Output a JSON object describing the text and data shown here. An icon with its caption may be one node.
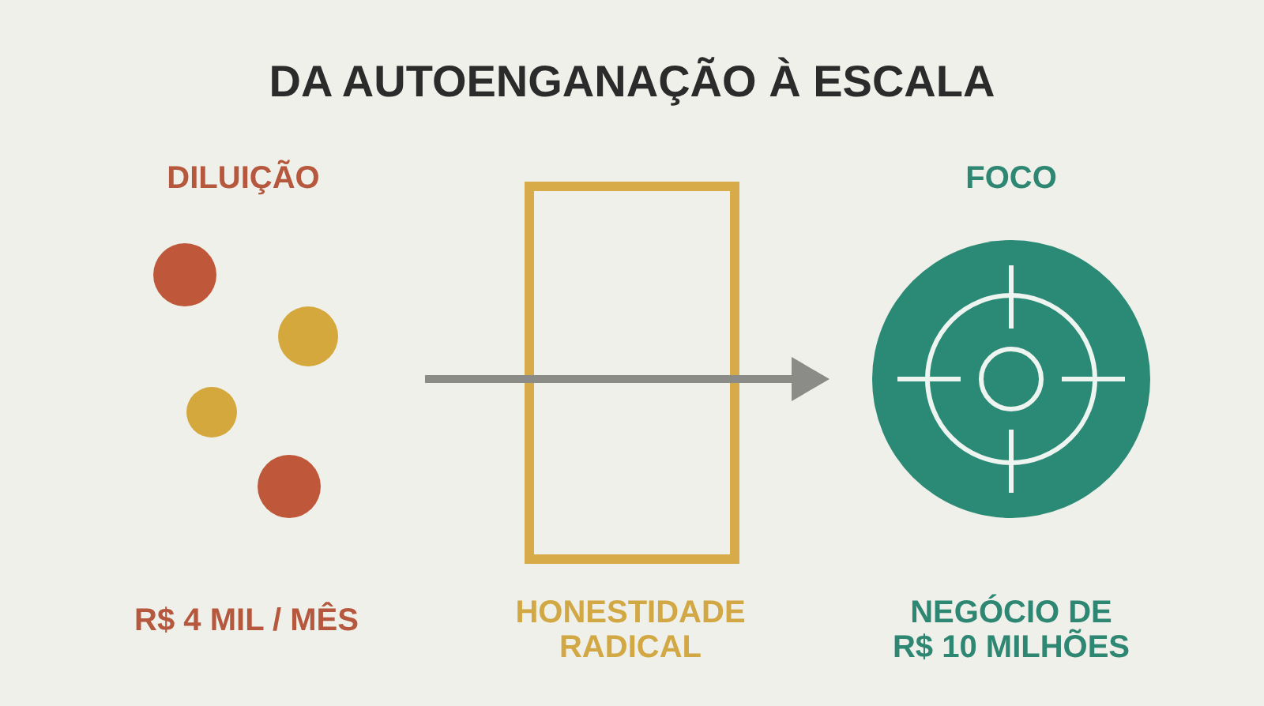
{
  "diagram": {
    "title": "DA AUTOENGANAÇÃO À ESCALA",
    "nodes": [
      {
        "text": [],
        "shape": "box",
        "beside": [
          "HONESTIDADE RADICAL"
        ]
      },
      {
        "text": [],
        "shape": "circle",
        "beside": [
          "FOCO",
          "NEGÓCIO DE R$ 10 MILHÕES"
        ]
      }
    ],
    "edges": [
      {
        "from": null,
        "to": 1,
        "arrow": "to"
      }
    ],
    "labels": [
      "DILUIÇÃO",
      "R$ 4 MIL / MÊS"
    ]
  }
}
